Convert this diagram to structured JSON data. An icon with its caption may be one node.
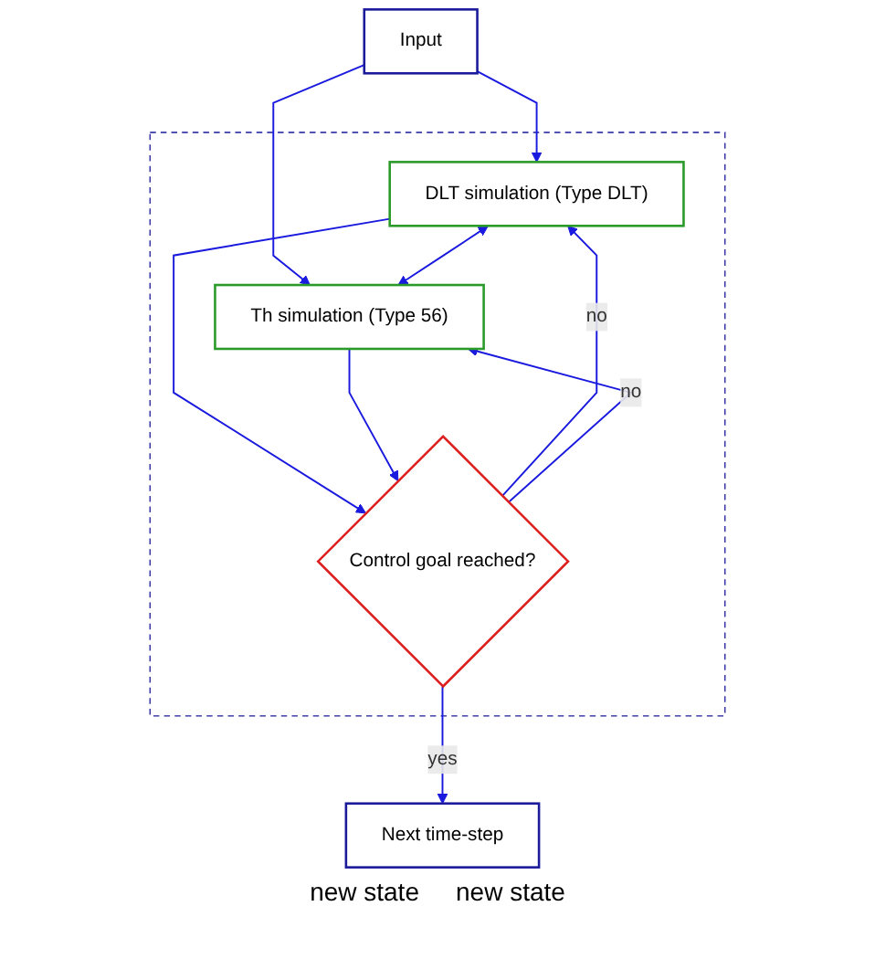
{
  "diagram": {
    "nodes": [
      {
        "text": [
          "Input"
        ]
      },
      {
        "text": [],
        "shape": "box"
      },
      {
        "text": [
          "DLT simulation (Type DLT)"
        ],
        "in": 1
      },
      {
        "text": [
          "Th simulation (Type 56)"
        ],
        "in": 1
      },
      {
        "text": [
          "Control goal reached?"
        ],
        "in": 1
      },
      {
        "text": [
          "Next time-step"
        ]
      }
    ],
    "edges": [
      {
        "from": 0,
        "to": 2,
        "arrow": "to"
      },
      {
        "from": 0,
        "to": 3,
        "arrow": "to"
      },
      {
        "from": 2,
        "to": 3,
        "arrow": "both"
      },
      {
        "from": 2,
        "to": 4,
        "arrow": "to"
      },
      {
        "from": 3,
        "to": 4,
        "arrow": "to"
      },
      {
        "from": 4,
        "to": 2,
        "arrow": "to",
        "label": "no"
      },
      {
        "from": 4,
        "to": 3,
        "arrow": "to",
        "label": "no"
      },
      {
        "from": 4,
        "to": 5,
        "arrow": "to",
        "label": "yes"
      }
    ],
    "labels": [
      "new state",
      "new state"
    ]
  }
}
